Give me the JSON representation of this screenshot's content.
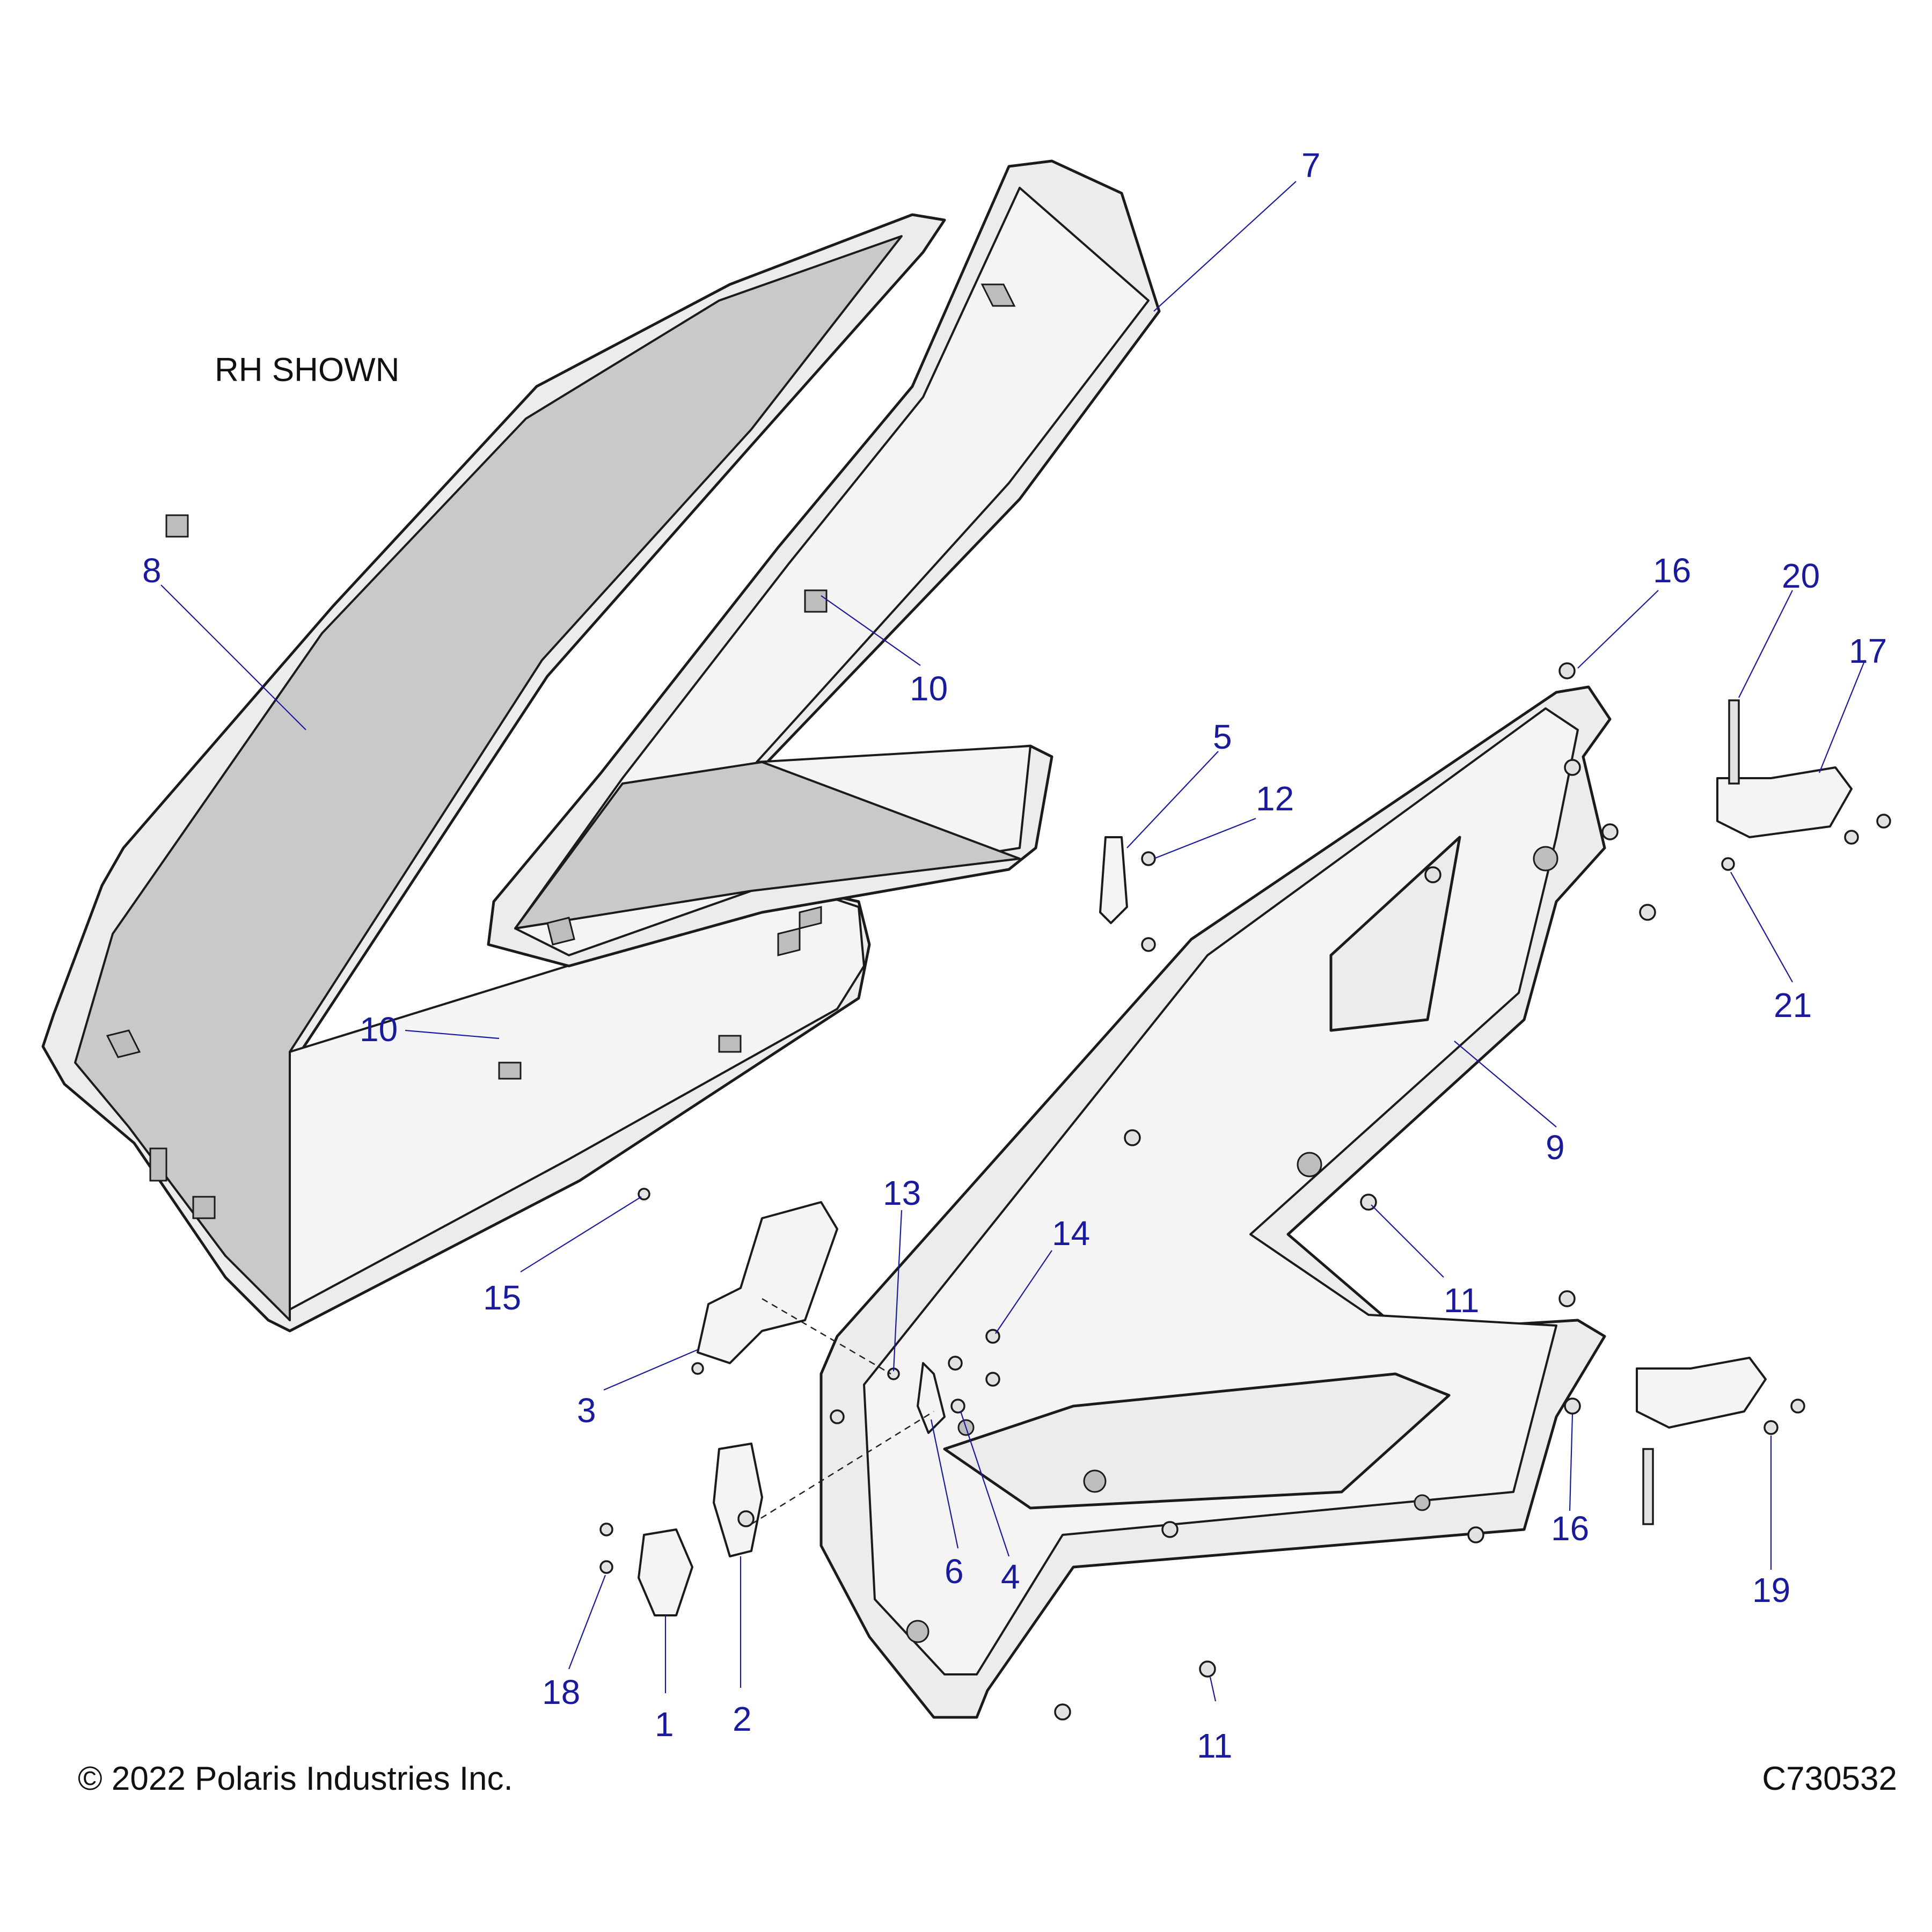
{
  "diagram": {
    "note": "RH SHOWN",
    "copyright": "© 2022 Polaris Industries Inc.",
    "drawing_number": "C730532",
    "callouts": [
      {
        "id": "c7",
        "label": "7"
      },
      {
        "id": "c8",
        "label": "8"
      },
      {
        "id": "c10a",
        "label": "10"
      },
      {
        "id": "c10b",
        "label": "10"
      },
      {
        "id": "c16a",
        "label": "16"
      },
      {
        "id": "c20",
        "label": "20"
      },
      {
        "id": "c17",
        "label": "17"
      },
      {
        "id": "c5",
        "label": "5"
      },
      {
        "id": "c12",
        "label": "12"
      },
      {
        "id": "c21",
        "label": "21"
      },
      {
        "id": "c9",
        "label": "9"
      },
      {
        "id": "c13",
        "label": "13"
      },
      {
        "id": "c14",
        "label": "14"
      },
      {
        "id": "c11a",
        "label": "11"
      },
      {
        "id": "c15",
        "label": "15"
      },
      {
        "id": "c3",
        "label": "3"
      },
      {
        "id": "c6",
        "label": "6"
      },
      {
        "id": "c4",
        "label": "4"
      },
      {
        "id": "c16b",
        "label": "16"
      },
      {
        "id": "c19",
        "label": "19"
      },
      {
        "id": "c18",
        "label": "18"
      },
      {
        "id": "c1",
        "label": "1"
      },
      {
        "id": "c2",
        "label": "2"
      },
      {
        "id": "c11b",
        "label": "11"
      }
    ]
  }
}
